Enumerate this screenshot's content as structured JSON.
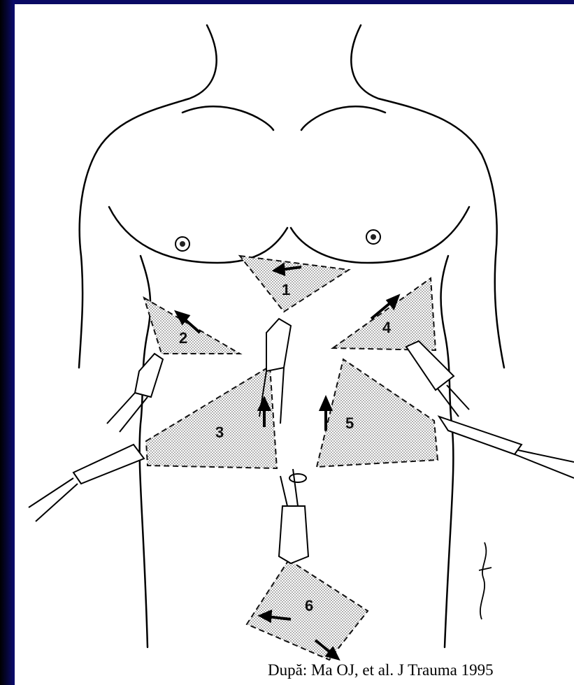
{
  "zones": [
    {
      "id": "1",
      "label": "1"
    },
    {
      "id": "2",
      "label": "2"
    },
    {
      "id": "3",
      "label": "3"
    },
    {
      "id": "4",
      "label": "4"
    },
    {
      "id": "5",
      "label": "5"
    },
    {
      "id": "6",
      "label": "6"
    }
  ],
  "citation": "După: Ma OJ, et al. J Trauma 1995"
}
